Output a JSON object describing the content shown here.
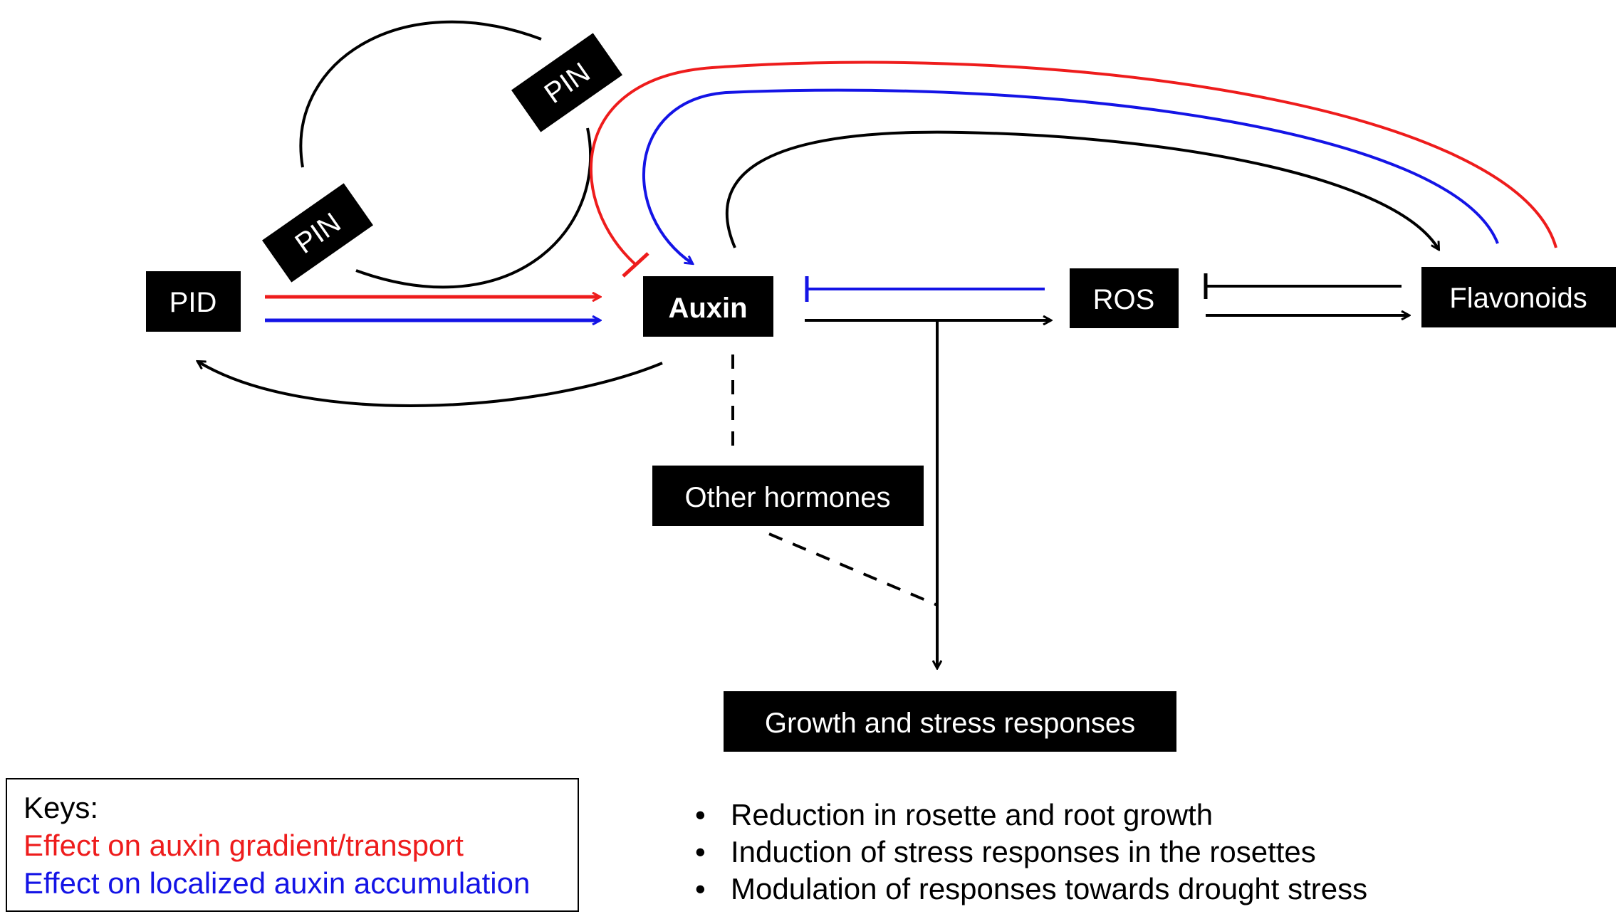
{
  "nodes": {
    "pid": "PID",
    "pin_upper": "PIN",
    "pin_lower": "PIN",
    "auxin": "Auxin",
    "ros": "ROS",
    "flavonoids": "Flavonoids",
    "other_hormones": "Other hormones",
    "growth_stress": "Growth and stress responses"
  },
  "legend": {
    "title": "Keys:",
    "red_label": "Effect on auxin gradient/transport",
    "blue_label": "Effect on localized auxin accumulation"
  },
  "bullets": [
    "Reduction in rosette and root growth",
    "Induction of stress responses in the rosettes",
    "Modulation of responses towards drought stress"
  ],
  "colors": {
    "red": "#ee1c1c",
    "blue": "#1414e6",
    "black": "#000000"
  }
}
